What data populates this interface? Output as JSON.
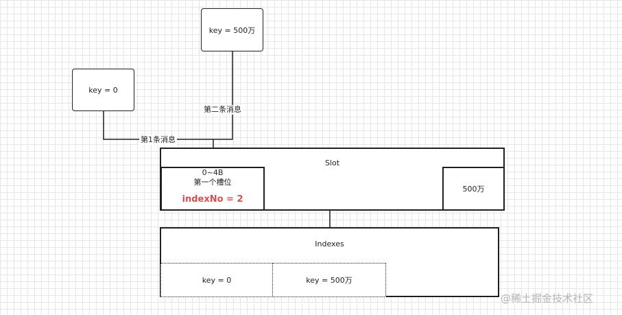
{
  "messages": {
    "msg_500w": {
      "key_label": "key = 500万",
      "edge_label": "第二条消息"
    },
    "msg_0": {
      "key_label": "key = 0",
      "edge_label": "第1条消息"
    }
  },
  "slot": {
    "title": "Slot",
    "first_slot": {
      "range": "0~4B",
      "label": "第一个槽位",
      "index_no": "indexNo = 2"
    },
    "last_slot": "500万"
  },
  "indexes": {
    "title": "Indexes",
    "entries": [
      "key = 0",
      "key = 500万"
    ]
  },
  "colors": {
    "highlight": "#d94f4f",
    "stroke": "#1f1f1f",
    "grid": "#e6e6e6"
  },
  "watermark": "@稀土掘金技术社区"
}
